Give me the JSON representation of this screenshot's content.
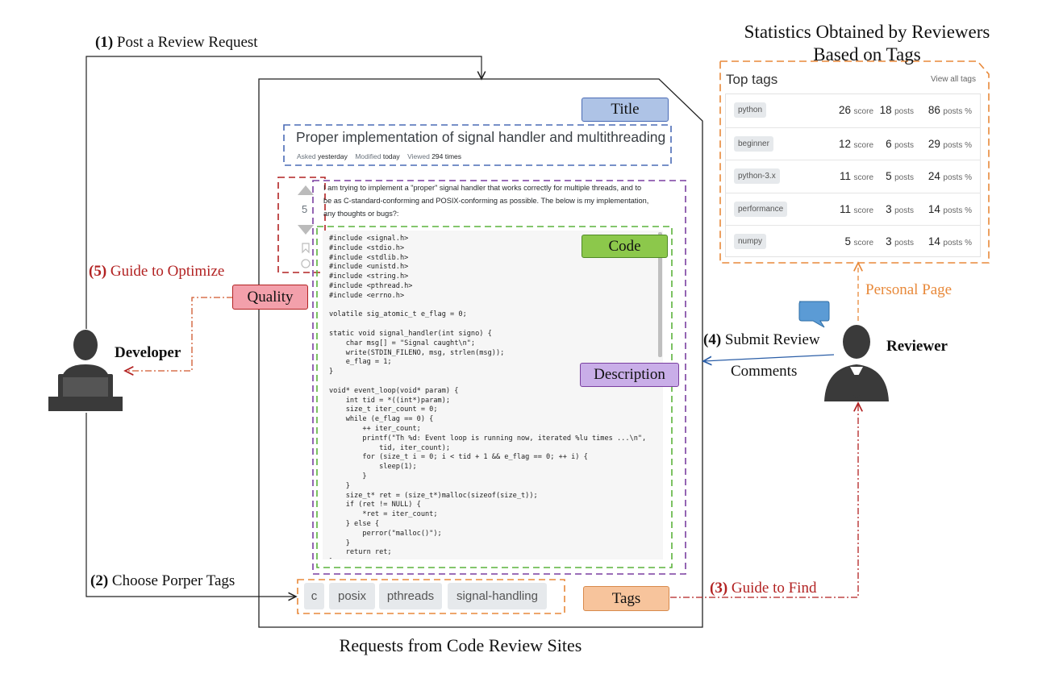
{
  "flow": {
    "step1_num": "(1)",
    "step1_text": "Post a Review Request",
    "step2_num": "(2)",
    "step2_text": "Choose Porper Tags",
    "step3_num": "(3)",
    "step3_text": "Guide to Find",
    "step4_num": "(4)",
    "step4_text": "Submit Review",
    "step4_text2": "Comments",
    "step5_num": "(5)",
    "step5_text": "Guide to Optimize",
    "personal_page": "Personal Page"
  },
  "actors": {
    "developer": "Developer",
    "reviewer": "Reviewer"
  },
  "stats": {
    "title_line1": "Statistics Obtained by Reviewers",
    "title_line2": "Based on Tags",
    "panel_title": "Top tags",
    "view_all": "View all tags",
    "rows": [
      {
        "tag": "python",
        "score": "26",
        "posts": "18",
        "pct": "86"
      },
      {
        "tag": "beginner",
        "score": "12",
        "posts": "6",
        "pct": "29"
      },
      {
        "tag": "python-3.x",
        "score": "11",
        "posts": "5",
        "pct": "24"
      },
      {
        "tag": "performance",
        "score": "11",
        "posts": "3",
        "pct": "14"
      },
      {
        "tag": "numpy",
        "score": "5",
        "posts": "3",
        "pct": "14"
      }
    ],
    "score_label": "score",
    "posts_label": "posts",
    "pct_label": "posts %"
  },
  "request": {
    "caption": "Requests from Code Review Sites",
    "title": "Proper implementation of signal handler and multithreading",
    "asked_label": "Asked",
    "asked_value": "yesterday",
    "modified_label": "Modified",
    "modified_value": "today",
    "viewed_label": "Viewed",
    "viewed_value": "294 times",
    "vote_count": "5",
    "desc_line1": "I am trying to implement a \"proper\" signal handler that works correctly for multiple threads, and to",
    "desc_line2": "be as C-standard-conforming and POSIX-conforming as possible. The below is my implementation,",
    "desc_line3": "any thoughts or bugs?:",
    "code": "#include <signal.h>\n#include <stdio.h>\n#include <stdlib.h>\n#include <unistd.h>\n#include <string.h>\n#include <pthread.h>\n#include <errno.h>\n\nvolatile sig_atomic_t e_flag = 0;\n\nstatic void signal_handler(int signo) {\n    char msg[] = \"Signal caught\\n\";\n    write(STDIN_FILENO, msg, strlen(msg));\n    e_flag = 1;\n}\n\nvoid* event_loop(void* param) {\n    int tid = *((int*)param);\n    size_t iter_count = 0;\n    while (e_flag == 0) {\n        ++ iter_count;\n        printf(\"Th %d: Event loop is running now, iterated %lu times ...\\n\",\n            tid, iter_count);\n        for (size_t i = 0; i < tid + 1 && e_flag == 0; ++ i) {\n            sleep(1);\n        }\n    }\n    size_t* ret = (size_t*)malloc(sizeof(size_t));\n    if (ret != NULL) {\n        *ret = iter_count;\n    } else {\n        perror(\"malloc()\");\n    }\n    return ret;\n}",
    "tags": [
      "c",
      "posix",
      "pthreads",
      "signal-handling"
    ]
  },
  "labels": {
    "title": "Title",
    "code": "Code",
    "description": "Description",
    "quality": "Quality",
    "tags": "Tags"
  },
  "colors": {
    "title_box": "#aec3e6",
    "code_box": "#8cc84b",
    "desc_box": "#c9aee8",
    "quality_box": "#f3a0ab",
    "tags_box": "#f7c49c",
    "red_line": "#b22222",
    "orange_line": "#e8893a",
    "blue_line": "#2b5ea7",
    "green_dash": "#5cb33b",
    "purple_dash": "#7a3fa0",
    "blue_dash": "#4a6bb5"
  }
}
